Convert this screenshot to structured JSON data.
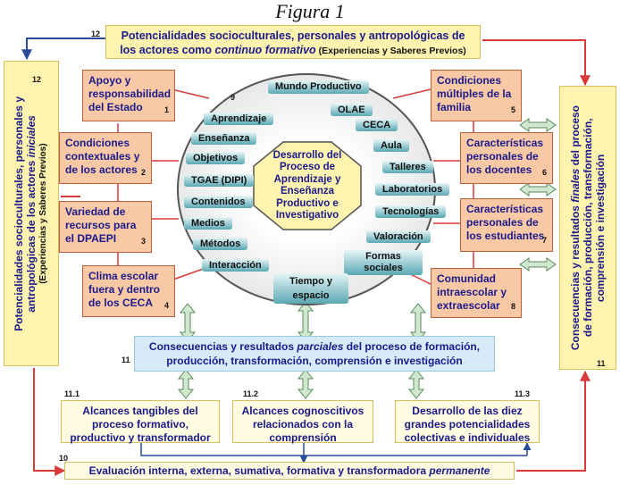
{
  "title": "Figura 1",
  "top_box": {
    "num": "12",
    "line1": "Potencialidades socioculturales, personales y antropológicas de",
    "line2_pre": "los actores como ",
    "line2_em": "continuo formativo",
    "line2_small": " (Experiencias y Saberes Previos)"
  },
  "left_box": {
    "num": "12",
    "line1": "Potencialidades socioculturales, personales y",
    "line2_pre": "antropológicas de los actores ",
    "line2_em": "iniciales",
    "line3": "(Experiencias y Saberes Previos)"
  },
  "right_box": {
    "num": "11",
    "line1_pre": "Consecuencias y resultados ",
    "line1_em": "finales",
    "line1_post": " del proceso",
    "line2": "de formación, producción, transformación,",
    "line3": "comprensión e investigación"
  },
  "left_factors": [
    {
      "text": "Apoyo y responsabilidad del Estado",
      "num": "1"
    },
    {
      "text": "Condiciones contextuales y de los actores",
      "num": "2"
    },
    {
      "text": "Variedad de recursos para el DPAEPI",
      "num": "3"
    },
    {
      "text": "Clima escolar fuera y dentro de los CECA",
      "num": "4"
    }
  ],
  "right_factors": [
    {
      "text": "Condiciones múltiples de la familia",
      "num": "5"
    },
    {
      "text": "Características personales de los docentes",
      "num": "6"
    },
    {
      "text": "Características personales de los estudiantes",
      "num": "7"
    },
    {
      "text": "Comunidad intraescolar y extraescolar",
      "num": "8"
    }
  ],
  "center": {
    "num": "9",
    "core": "Desarrollo del Proceso de Aprendizaje y Enseñanza Productivo e Investigativo",
    "elements": [
      "Mundo Productivo",
      "OLAE",
      "CECA",
      "Aula",
      "Talleres",
      "Laboratorios",
      "Tecnologías",
      "Valoración",
      "Formas sociales",
      "Tiempo y espacio",
      "Interacción",
      "Métodos",
      "Medios",
      "Contenidos",
      "TGAE (DIPI)",
      "Objetivos",
      "Enseñanza",
      "Aprendizaje"
    ]
  },
  "partial_box": {
    "num": "11",
    "line1_pre": "Consecuencias y resultados ",
    "line1_em": "parciales",
    "line1_post": " del proceso de formación,",
    "line2": "producción, transformación, comprensión e investigación"
  },
  "outcomes": [
    {
      "num": "11.1",
      "text": "Alcances tangibles del proceso formativo, productivo y transformador"
    },
    {
      "num": "11.2",
      "text": "Alcances cognoscitivos relacionados con la comprensión"
    },
    {
      "num": "11.3",
      "text": "Desarrollo de las diez grandes potencialidades colectivas e individuales"
    }
  ],
  "eval_box": {
    "num": "10",
    "text_pre": "Evaluación interna, externa, sumativa, formativa y transformadora ",
    "text_em": "permanente"
  },
  "colors": {
    "arrow_red": "#d83a3a",
    "arrow_blue": "#2a4a9a",
    "factor_fill": "#f9c9a6",
    "note_fill": "#fff3b0",
    "partial_fill": "#d6ebf7",
    "hollow_arrow": "#cfe8cf",
    "text_blue": "#1a1a8a"
  }
}
